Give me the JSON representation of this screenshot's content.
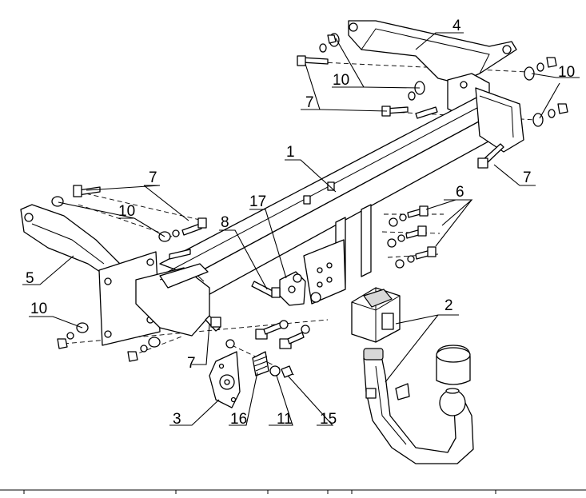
{
  "callouts": {
    "c1": "1",
    "c2": "2",
    "c3": "3",
    "c4": "4",
    "c5": "5",
    "c6": "6",
    "c7a": "7",
    "c7b": "7",
    "c7c": "7",
    "c7d": "7",
    "c8": "8",
    "c10a": "10",
    "c10b": "10",
    "c10c": "10",
    "c10d": "10",
    "c11": "11",
    "c15": "15",
    "c16": "16",
    "c17": "17"
  },
  "colors": {
    "line": "#000000",
    "shade": "#d8d8d8",
    "background": "#ffffff"
  }
}
